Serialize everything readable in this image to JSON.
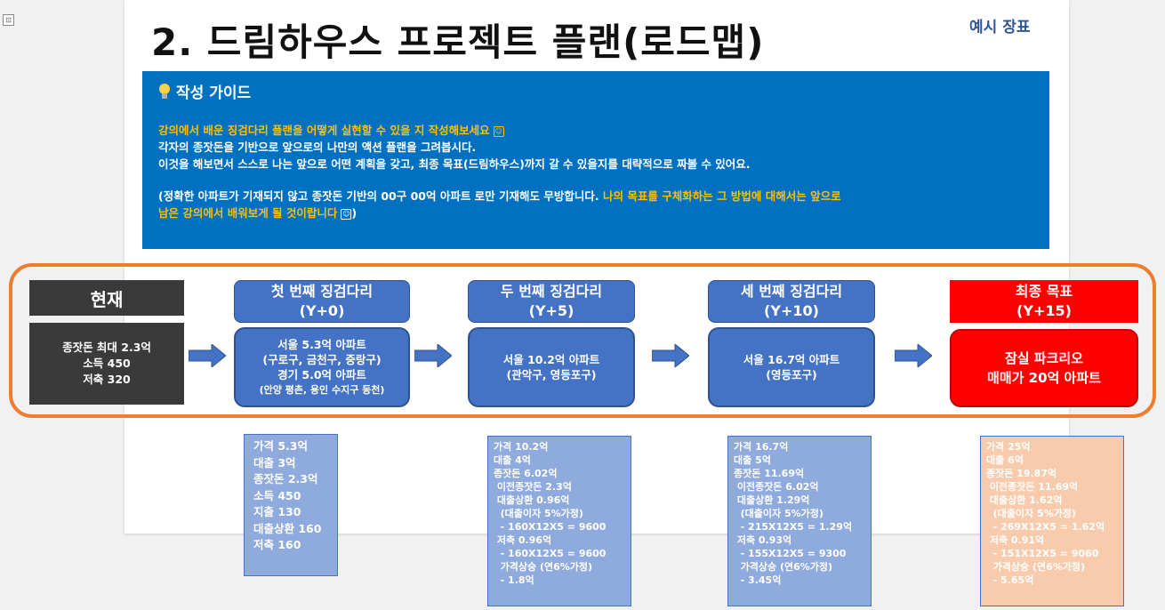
{
  "corner_button": "⊡",
  "title": "2. 드림하우스 프로젝트 플랜(로드맵)",
  "example_tag": "예시 장표",
  "guide": {
    "heading": "작성 가이드",
    "line1": "강의에서 배운 징검다리 플랜을 어떻게 실현할 수 있을 지 작성해보세요",
    "line2": "각자의 종잣돈을 기반으로 앞으로의 나만의 액션 플랜을 그려봅시다.",
    "line3": "이것을 해보면서 스스로 나는 앞으로 어떤 계획을 갖고, 최종 목표(드림하우스)까지 갈 수 있을지를 대략적으로 짜볼 수 있어요.",
    "line4_white": "(정확한 아파트가 기재되지 않고 종잣돈 기반의 00구 00억 아파트 로만 기재해도 무방합니다. ",
    "line4_yellow": "나의 목표를 구체화하는 그 방법에 대해서는 앞으로",
    "line5_yellow": "남은 강의에서 배워보게 될 것이랍니다",
    "line5_end": ")"
  },
  "roadmap": {
    "current": {
      "head": "현재",
      "lines": [
        "종잣돈 최대 2.3억",
        "소득 450",
        "저축 320"
      ]
    },
    "step1": {
      "head1": "첫 번째 징검다리",
      "head2": "(Y+0)",
      "lines": [
        "서울 5.3억 아파트",
        "(구로구, 금천구, 중랑구)",
        "경기 5.0억 아파트"
      ],
      "small": "(안양 평촌, 용인 수지구 동천)"
    },
    "step2": {
      "head1": "두 번째 징검다리",
      "head2": "(Y+5)",
      "lines": [
        "서울 10.2억 아파트",
        "(관악구, 영등포구)"
      ]
    },
    "step3": {
      "head1": "세 번째 징검다리",
      "head2": "(Y+10)",
      "lines": [
        "서울 16.7억 아파트",
        "(영등포구)"
      ]
    },
    "goal": {
      "head1": "최종 목표",
      "head2": "(Y+15)",
      "lines": [
        "잠실 파크리오",
        "매매가 20억 아파트"
      ]
    }
  },
  "details": {
    "step1": "가격 5.3억\n대출 3억\n종잣돈 2.3억\n소득 450\n지출 130\n대출상환 160\n저축 160",
    "step2": "가격 10.2억\n대출 4억\n종잣돈 6.02억\n 이전종잣돈 2.3억\n 대출상환 0.96억\n  (대출이자 5%가정)\n  - 160X12X5 = 9600\n 저축 0.96억\n  - 160X12X5 = 9600\n  가격상승 (연6%가정)\n  - 1.8억",
    "step3": "가격 16.7억\n대출 5억\n종잣돈 11.69억\n 이전종잣돈 6.02억\n 대출상환 1.29억\n  (대출이자 5%가정)\n  - 215X12X5 = 1.29억\n 저축 0.93억\n  - 155X12X5 = 9300\n  가격상승 (연6%가정)\n  - 3.45억",
    "goal": "가격 25억\n대출 6억\n종잣돈 19.87억\n 이전종잣돈 11.69억\n 대출상환 1.62억\n  (대출이자 5%가정)\n  - 269X12X5 = 1.62억\n 저축 0.91억\n  - 151X12X5 = 9060\n  가격상승 (연6%가정)\n  - 5.65억"
  },
  "colors": {
    "guide_bg": "#0070c0",
    "highlight": "#ffc000",
    "step_blue": "#4472c4",
    "goal_red": "#ff0000",
    "frame_orange": "#ed7d31",
    "current_dark": "#3a3a3a"
  }
}
